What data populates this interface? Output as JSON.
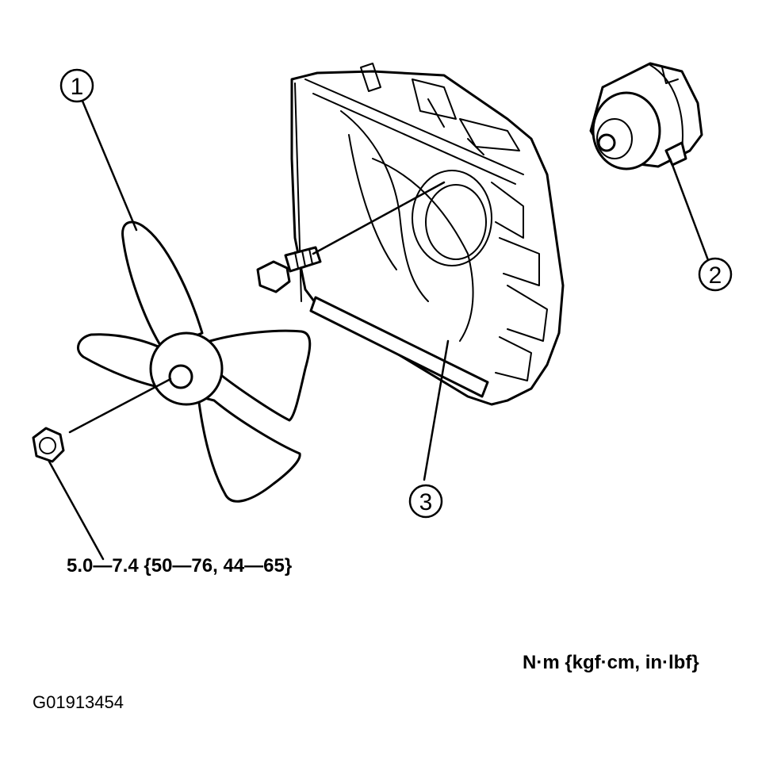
{
  "callouts": [
    {
      "id": "1",
      "part": "fan"
    },
    {
      "id": "2",
      "part": "fan-motor"
    },
    {
      "id": "3",
      "part": "fan-shroud"
    }
  ],
  "torque_spec": "5.0—7.4 {50—76, 44—65}",
  "units_label": "N·m {kgf·cm, in·lbf}",
  "figure_id": "G01913454"
}
